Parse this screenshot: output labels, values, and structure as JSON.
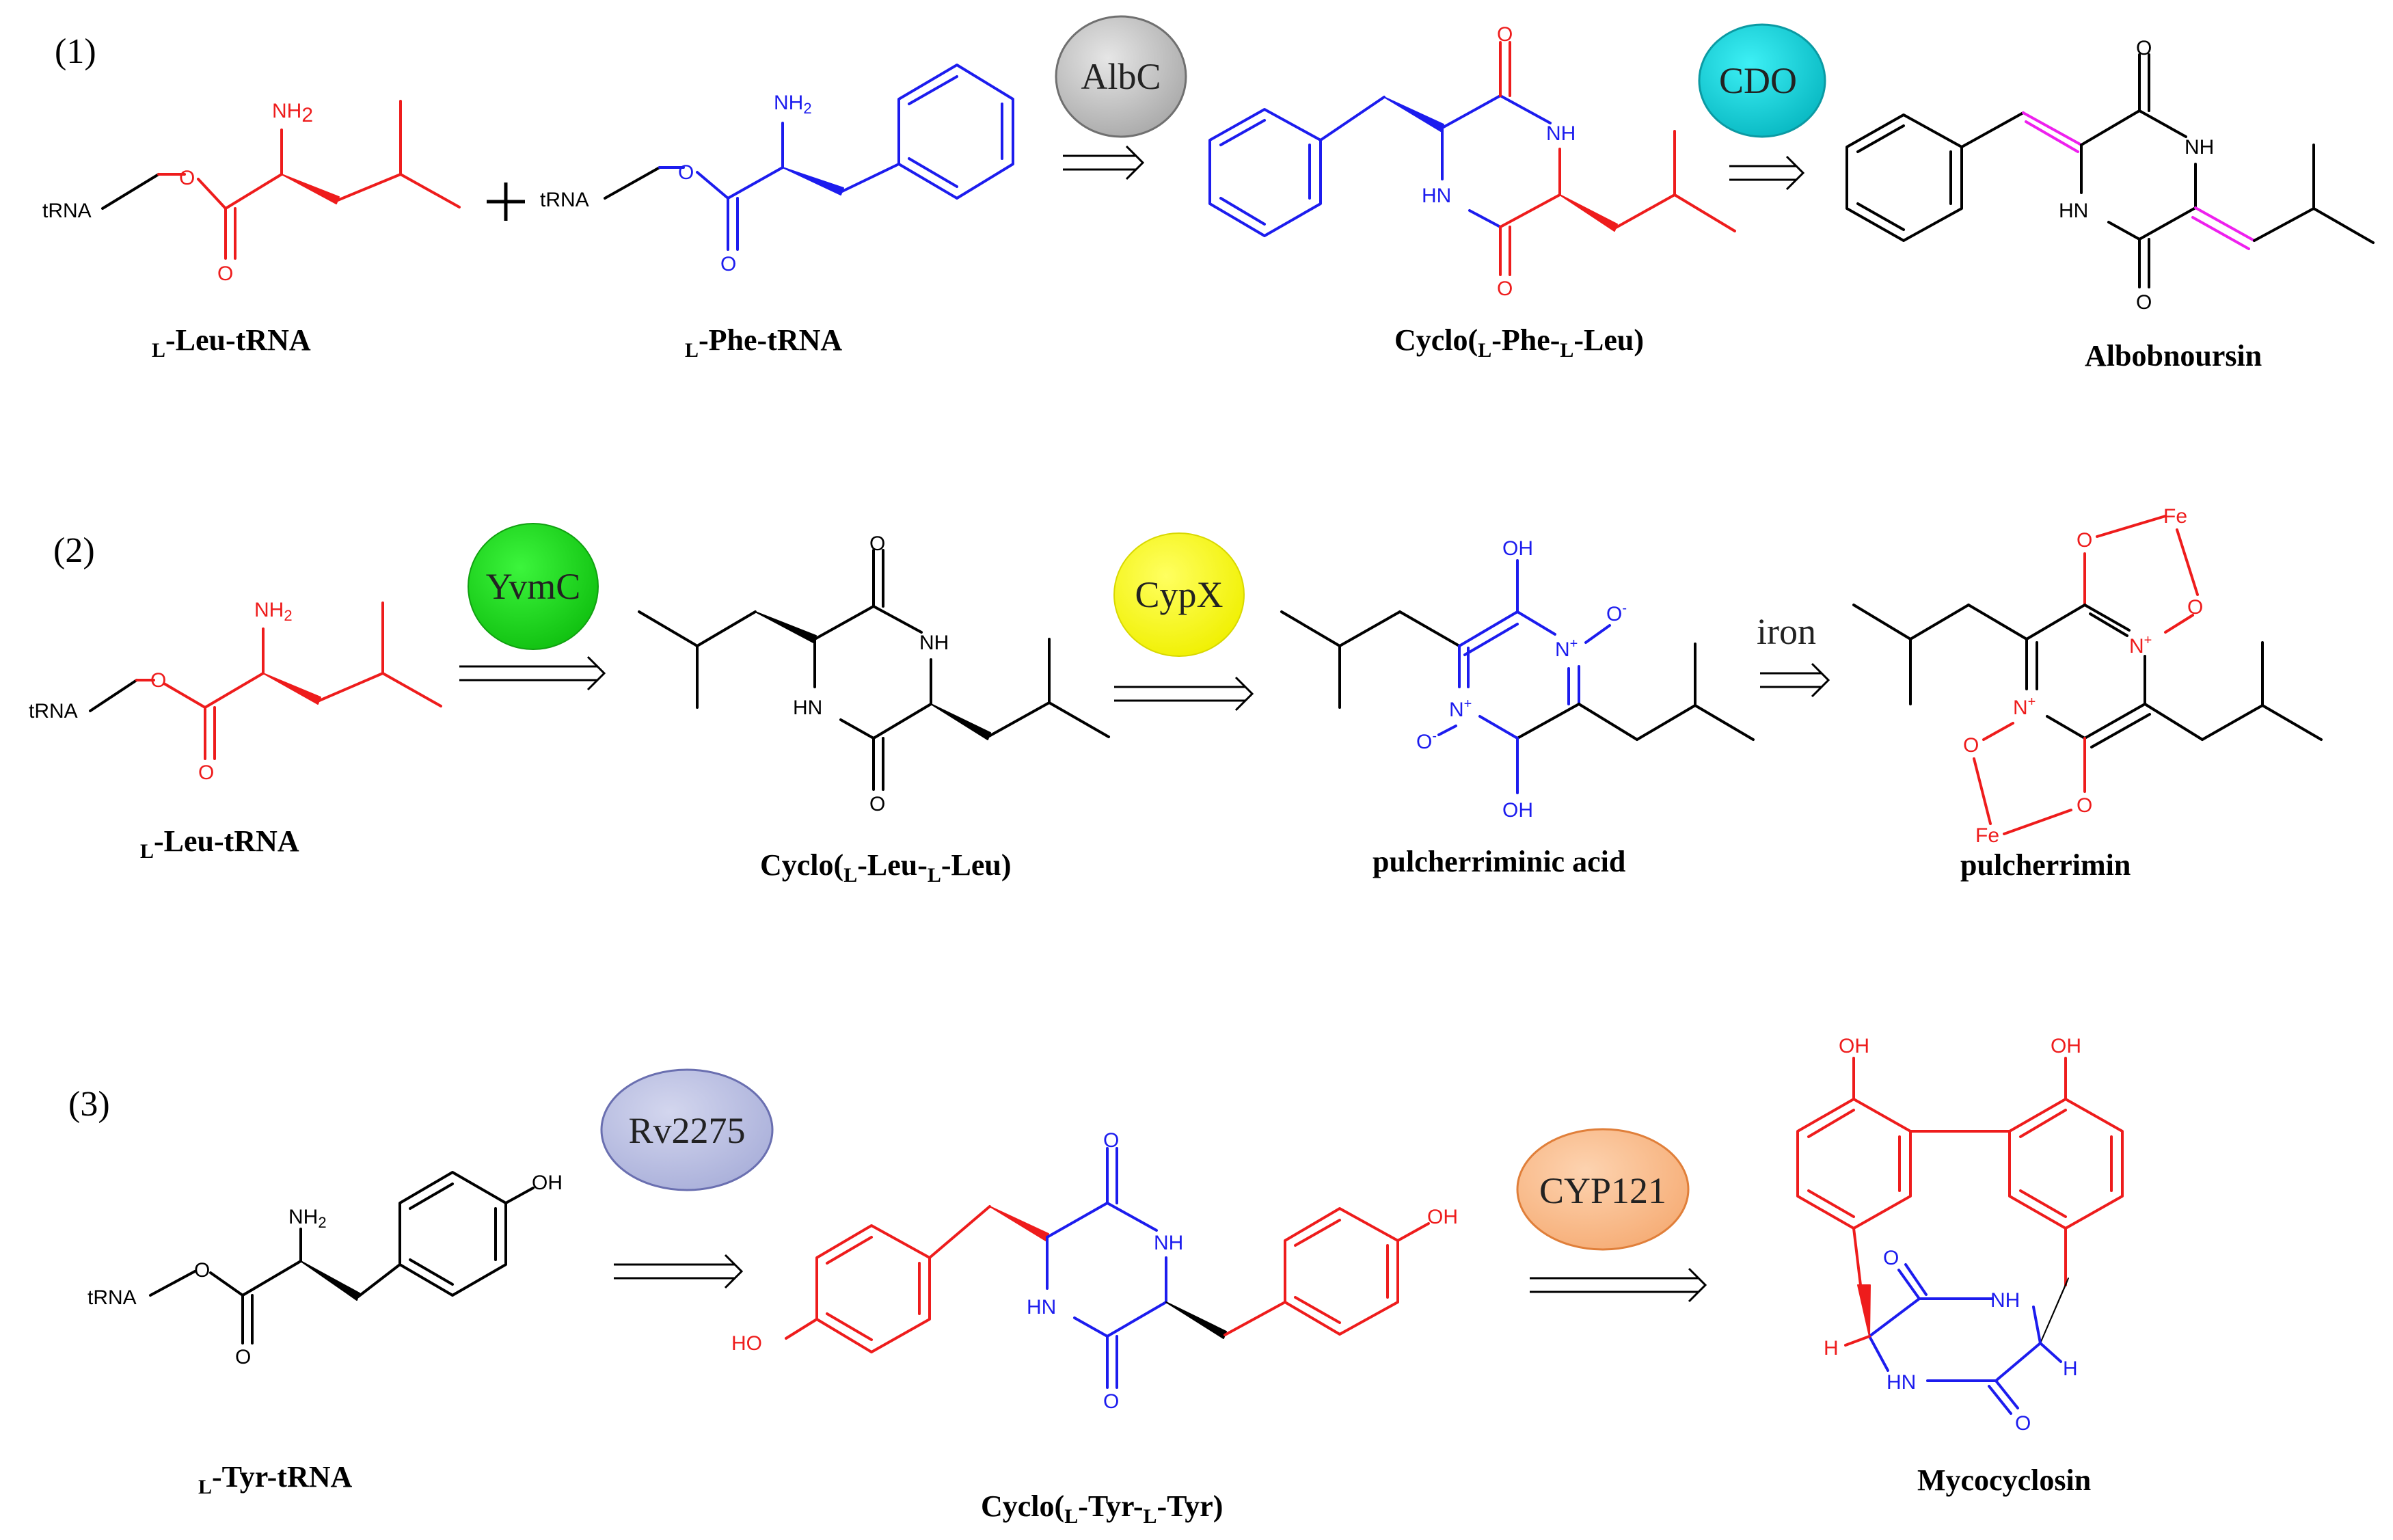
{
  "rows": [
    {
      "number": "(1)",
      "enzymes": [
        "AlbC",
        "CDO"
      ],
      "compounds": {
        "leu_trna": {
          "pre": "L",
          "main": "-Leu-tRNA"
        },
        "phe_trna": {
          "pre": "L",
          "main": "-Phe-tRNA"
        },
        "cyclo": {
          "a": "Cyclo(",
          "b": "L",
          "c": "-Phe-",
          "d": "L",
          "e": "-Leu)"
        },
        "product": "Albobnoursin"
      }
    },
    {
      "number": "(2)",
      "enzymes": [
        "YvmC",
        "CypX"
      ],
      "step_label": "iron",
      "compounds": {
        "leu_trna": {
          "pre": "L",
          "main": "-Leu-tRNA"
        },
        "cyclo": {
          "a": "Cyclo(",
          "b": "L",
          "c": "-Leu-",
          "d": "L",
          "e": "-Leu)"
        },
        "acid": "pulcherriminic acid",
        "product": "pulcherrimin"
      }
    },
    {
      "number": "(3)",
      "enzymes": [
        "Rv2275",
        "CYP121"
      ],
      "compounds": {
        "tyr_trna": {
          "pre": "L",
          "main": "-Tyr-tRNA"
        },
        "cyclo": {
          "a": "Cyclo(",
          "b": "L",
          "c": "-Tyr-",
          "d": "L",
          "e": "-Tyr)"
        },
        "product": "Mycocyclosin"
      }
    }
  ],
  "atoms": {
    "trna": "tRNA",
    "o": "O",
    "nh2": "NH",
    "nh2_sub": "2",
    "nh": "NH",
    "hn": "HN",
    "oh": "OH",
    "ho": "HO",
    "fe": "Fe",
    "h": "H",
    "n_plus": "N",
    "plus": "+",
    "o_minus": "O",
    "minus": "-"
  },
  "colors": {
    "red": "#ee1c1c",
    "blue": "#1c1cee",
    "black": "#000000",
    "magenta": "#ee20ee",
    "AlbC": "#c8c8c8",
    "CDO": "#14d9e0",
    "YvmC": "#18e018",
    "CypX": "#ffff00",
    "Rv2275": "#c0c4e4",
    "CYP121": "#fbc49a"
  }
}
